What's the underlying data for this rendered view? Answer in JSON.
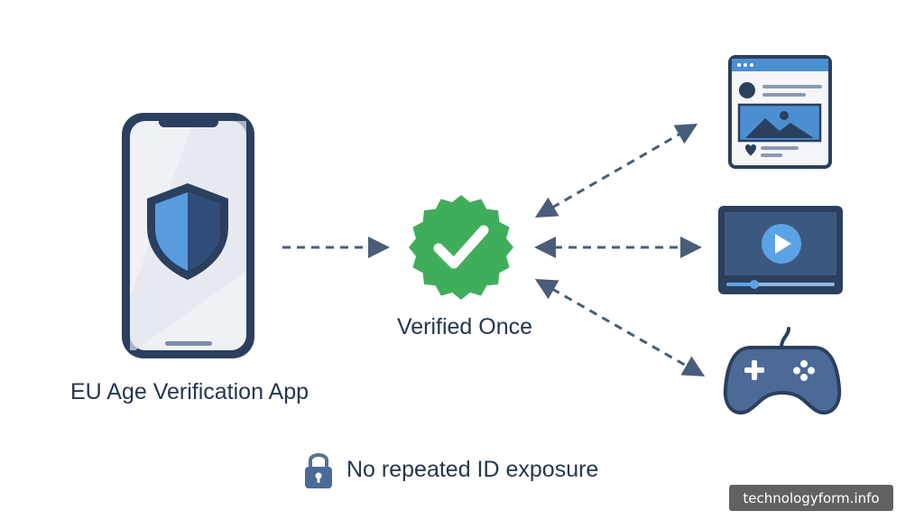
{
  "labels": {
    "app": "EU Age Verification App",
    "verified": "Verified Once",
    "footer": "No repeated ID exposure"
  },
  "watermark": "technologyform.info",
  "icons": {
    "phone": "smartphone-icon",
    "shield": "shield-icon",
    "badge": "check-badge-icon",
    "social": "social-feed-window-icon",
    "video": "video-player-icon",
    "game": "gamepad-icon",
    "lock": "lock-icon"
  },
  "colors": {
    "navy": "#2b3f5e",
    "accent_blue": "#4c8fd1",
    "green": "#3fae5a",
    "text": "#24374f",
    "arrow": "#4a5d78"
  }
}
